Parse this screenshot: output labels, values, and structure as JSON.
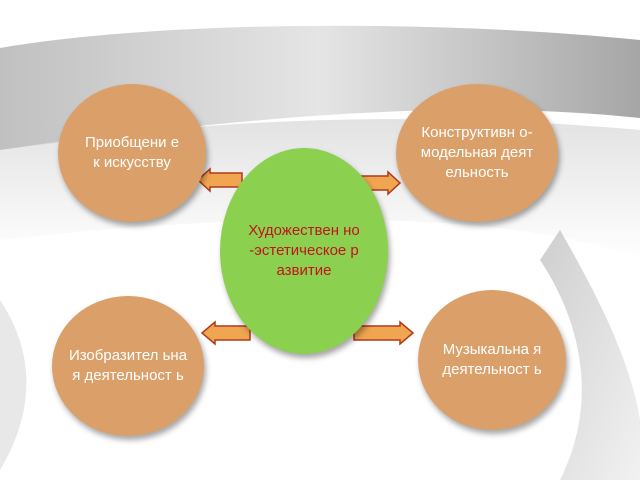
{
  "diagram": {
    "center": "Художествен но-эстетическое развитие",
    "nodes": {
      "top_left": "Приобщени е к искусству",
      "top_right": "Конструктивн о-модельная деятельность",
      "bottom_left": "Изобразител ьная деятельност ь",
      "bottom_right": "Музыкальна я деятельност ь"
    }
  },
  "colors": {
    "outer_node": "#dba06a",
    "center_node": "#8cd04f",
    "center_text": "#c0151c",
    "outer_text": "#ffffff",
    "arrow_fill": "#f0a650",
    "arrow_stroke": "#b03a1a"
  }
}
